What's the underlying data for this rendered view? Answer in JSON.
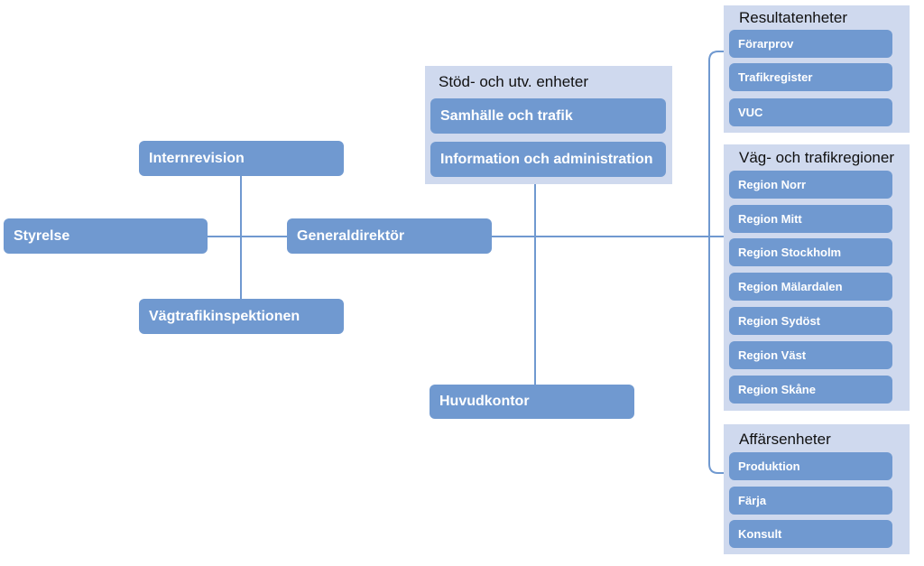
{
  "colors": {
    "box": "#7099d0",
    "panel": "#cfd9ee",
    "line": "#7099d0",
    "box_text": "#ffffff"
  },
  "nodes": {
    "styrelse": "Styrelse",
    "internrevision": "Internrevision",
    "generaldirektor": "Generaldirektör",
    "vagtrafikinspektionen": "Vägtrafikinspektionen",
    "huvudkontor": "Huvudkontor"
  },
  "support": {
    "title": "Stöd- och utv. enheter",
    "items": [
      "Samhälle och trafik",
      "Information och administration"
    ]
  },
  "result_units": {
    "title": "Resultatenheter",
    "items": [
      "Förarprov",
      "Trafikregister",
      "VUC"
    ]
  },
  "regions": {
    "title": "Väg- och trafikregioner",
    "items": [
      "Region Norr",
      "Region Mitt",
      "Region Stockholm",
      "Region Mälardalen",
      "Region Sydöst",
      "Region Väst",
      "Region Skåne"
    ]
  },
  "business_units": {
    "title": "Affärsenheter",
    "items": [
      "Produktion",
      "Färja",
      "Konsult"
    ]
  }
}
